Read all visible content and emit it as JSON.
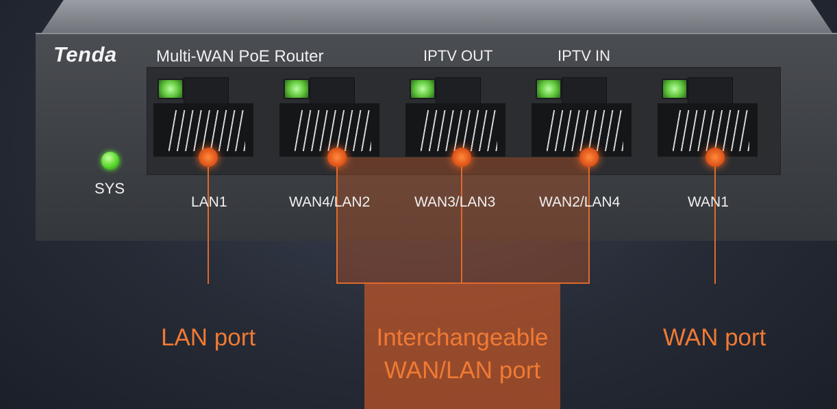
{
  "device": {
    "brand": "Tenda",
    "model": "Multi-WAN PoE Router",
    "iptv_out": "IPTV OUT",
    "iptv_in": "IPTV IN",
    "sys_label": "SYS"
  },
  "ports": [
    {
      "label": "LAN1"
    },
    {
      "label": "WAN4/LAN2"
    },
    {
      "label": "WAN3/LAN3"
    },
    {
      "label": "WAN2/LAN4"
    },
    {
      "label": "WAN1"
    }
  ],
  "callouts": {
    "lan": "LAN port",
    "interchangeable_line1": "Interchangeable",
    "interchangeable_line2": "WAN/LAN port",
    "wan": "WAN port"
  },
  "colors": {
    "accent": "#e06a2a",
    "led_green": "#58d82c"
  }
}
